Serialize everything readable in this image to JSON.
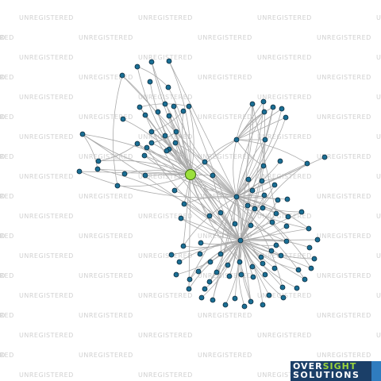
{
  "watermark": {
    "text": "UNREGISTERED",
    "color": "#d0d0d0"
  },
  "graph": {
    "edge_color": "#aaaaaa",
    "node_fill": "#1a6e94",
    "node_stroke": "#0d2a3a",
    "focus_fill": "#9be03c",
    "focus_stroke": "#3d6b10"
  },
  "logo": {
    "word1_a": "OVER",
    "word1_b": "SIGHT",
    "word2": "SOLUTIONS",
    "bg": "#1b3f68",
    "accent": "#9bd43c"
  }
}
